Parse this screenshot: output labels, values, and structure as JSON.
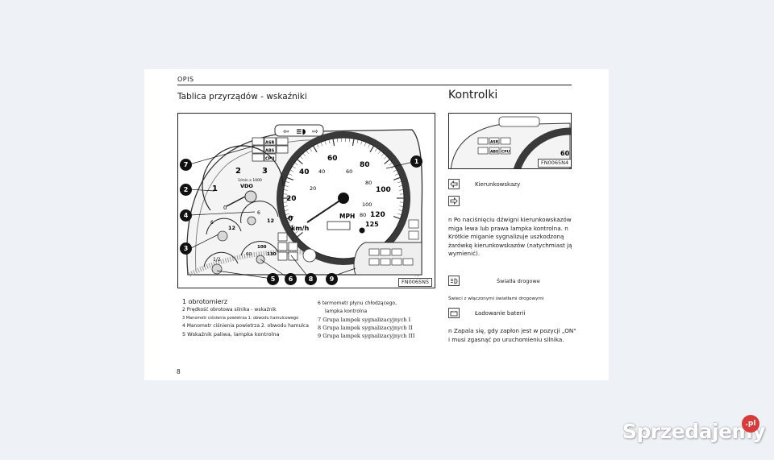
{
  "header": {
    "section": "OPIS"
  },
  "titles": {
    "left": "Tablica przyrządów - wskaźniki",
    "right": "Kontrolki"
  },
  "figure_main": {
    "code": "FN0065N5",
    "callouts": [
      "1",
      "2",
      "3",
      "4",
      "5",
      "6",
      "7",
      "8",
      "9"
    ],
    "speedometer": {
      "mph_ticks": [
        "20",
        "40",
        "60",
        "80",
        "100",
        "120"
      ],
      "kmh_ticks": [
        "0",
        "20",
        "40",
        "60",
        "80",
        "100",
        "120"
      ],
      "extra_ticks": [
        "125",
        "80"
      ],
      "unit_mph": "MPH",
      "unit_kmh": "km/h"
    },
    "tachometer": {
      "ticks": [
        "1",
        "2",
        "3"
      ],
      "sub_label": "1/min x 1000",
      "brand": "VDO",
      "zero": "0"
    },
    "gauge_air1": {
      "ticks": [
        "6",
        "12"
      ]
    },
    "gauge_air2": {
      "ticks": [
        "6",
        "12"
      ]
    },
    "gauge_fuel": {
      "ticks": [
        "1/2"
      ]
    },
    "gauge_temp": {
      "ticks": [
        "60",
        "100",
        "130"
      ]
    },
    "warning_labels": [
      "ASR",
      "ABS",
      "CPU"
    ]
  },
  "figure_small": {
    "code": "FN0065N4",
    "ticks": [
      "60"
    ],
    "warning_labels": [
      "ASR",
      "ABS",
      "CPU"
    ]
  },
  "legend": {
    "item1": "1 obrotomierz",
    "item2": "2 Prędkość obrotowa silnika - wskaźnik",
    "item3": "3 Manometr ciśnienia powietrza 1. obwodu hamulcowego",
    "item4": "4 Manometr ciśnienia powietrza 2. obwodu hamulca",
    "item5": "5 Wskaźnik paliwa, lampka kontrolna",
    "item6a": "6 termometr płynu chłodzącego,",
    "item6b": "lampka kontrolna",
    "item7": "7 Grupa lampek sygnalizacyjnych I",
    "item8": "8 Grupa lampek sygnalizacyjnych II",
    "item9": "9 Grupa lampek sygnalizacyjnych III"
  },
  "indicators": {
    "turn": {
      "label": "Kierunkowskazy",
      "text": "n Po naciśnięciu dźwigni kierunkowskazów miga lewa lub prawa lampka kontrolna. n Krótkie miganie sygnalizuje uszkodzoną żarówkę kierunkowskazów (natychmiast ją wymienić)."
    },
    "high_beam": {
      "label": "Światła drogowe",
      "note": "Świeci z włączonymi światłami drogowymi"
    },
    "battery": {
      "label": "Ładowanie baterii",
      "text": "n Zapala się, gdy zapłon jest w pozycji „ON\" i musi zgasnąć po uruchomieniu silnika."
    }
  },
  "page_number": "8",
  "watermark": {
    "text": "Sprzedajemy",
    "badge": ".pl"
  }
}
